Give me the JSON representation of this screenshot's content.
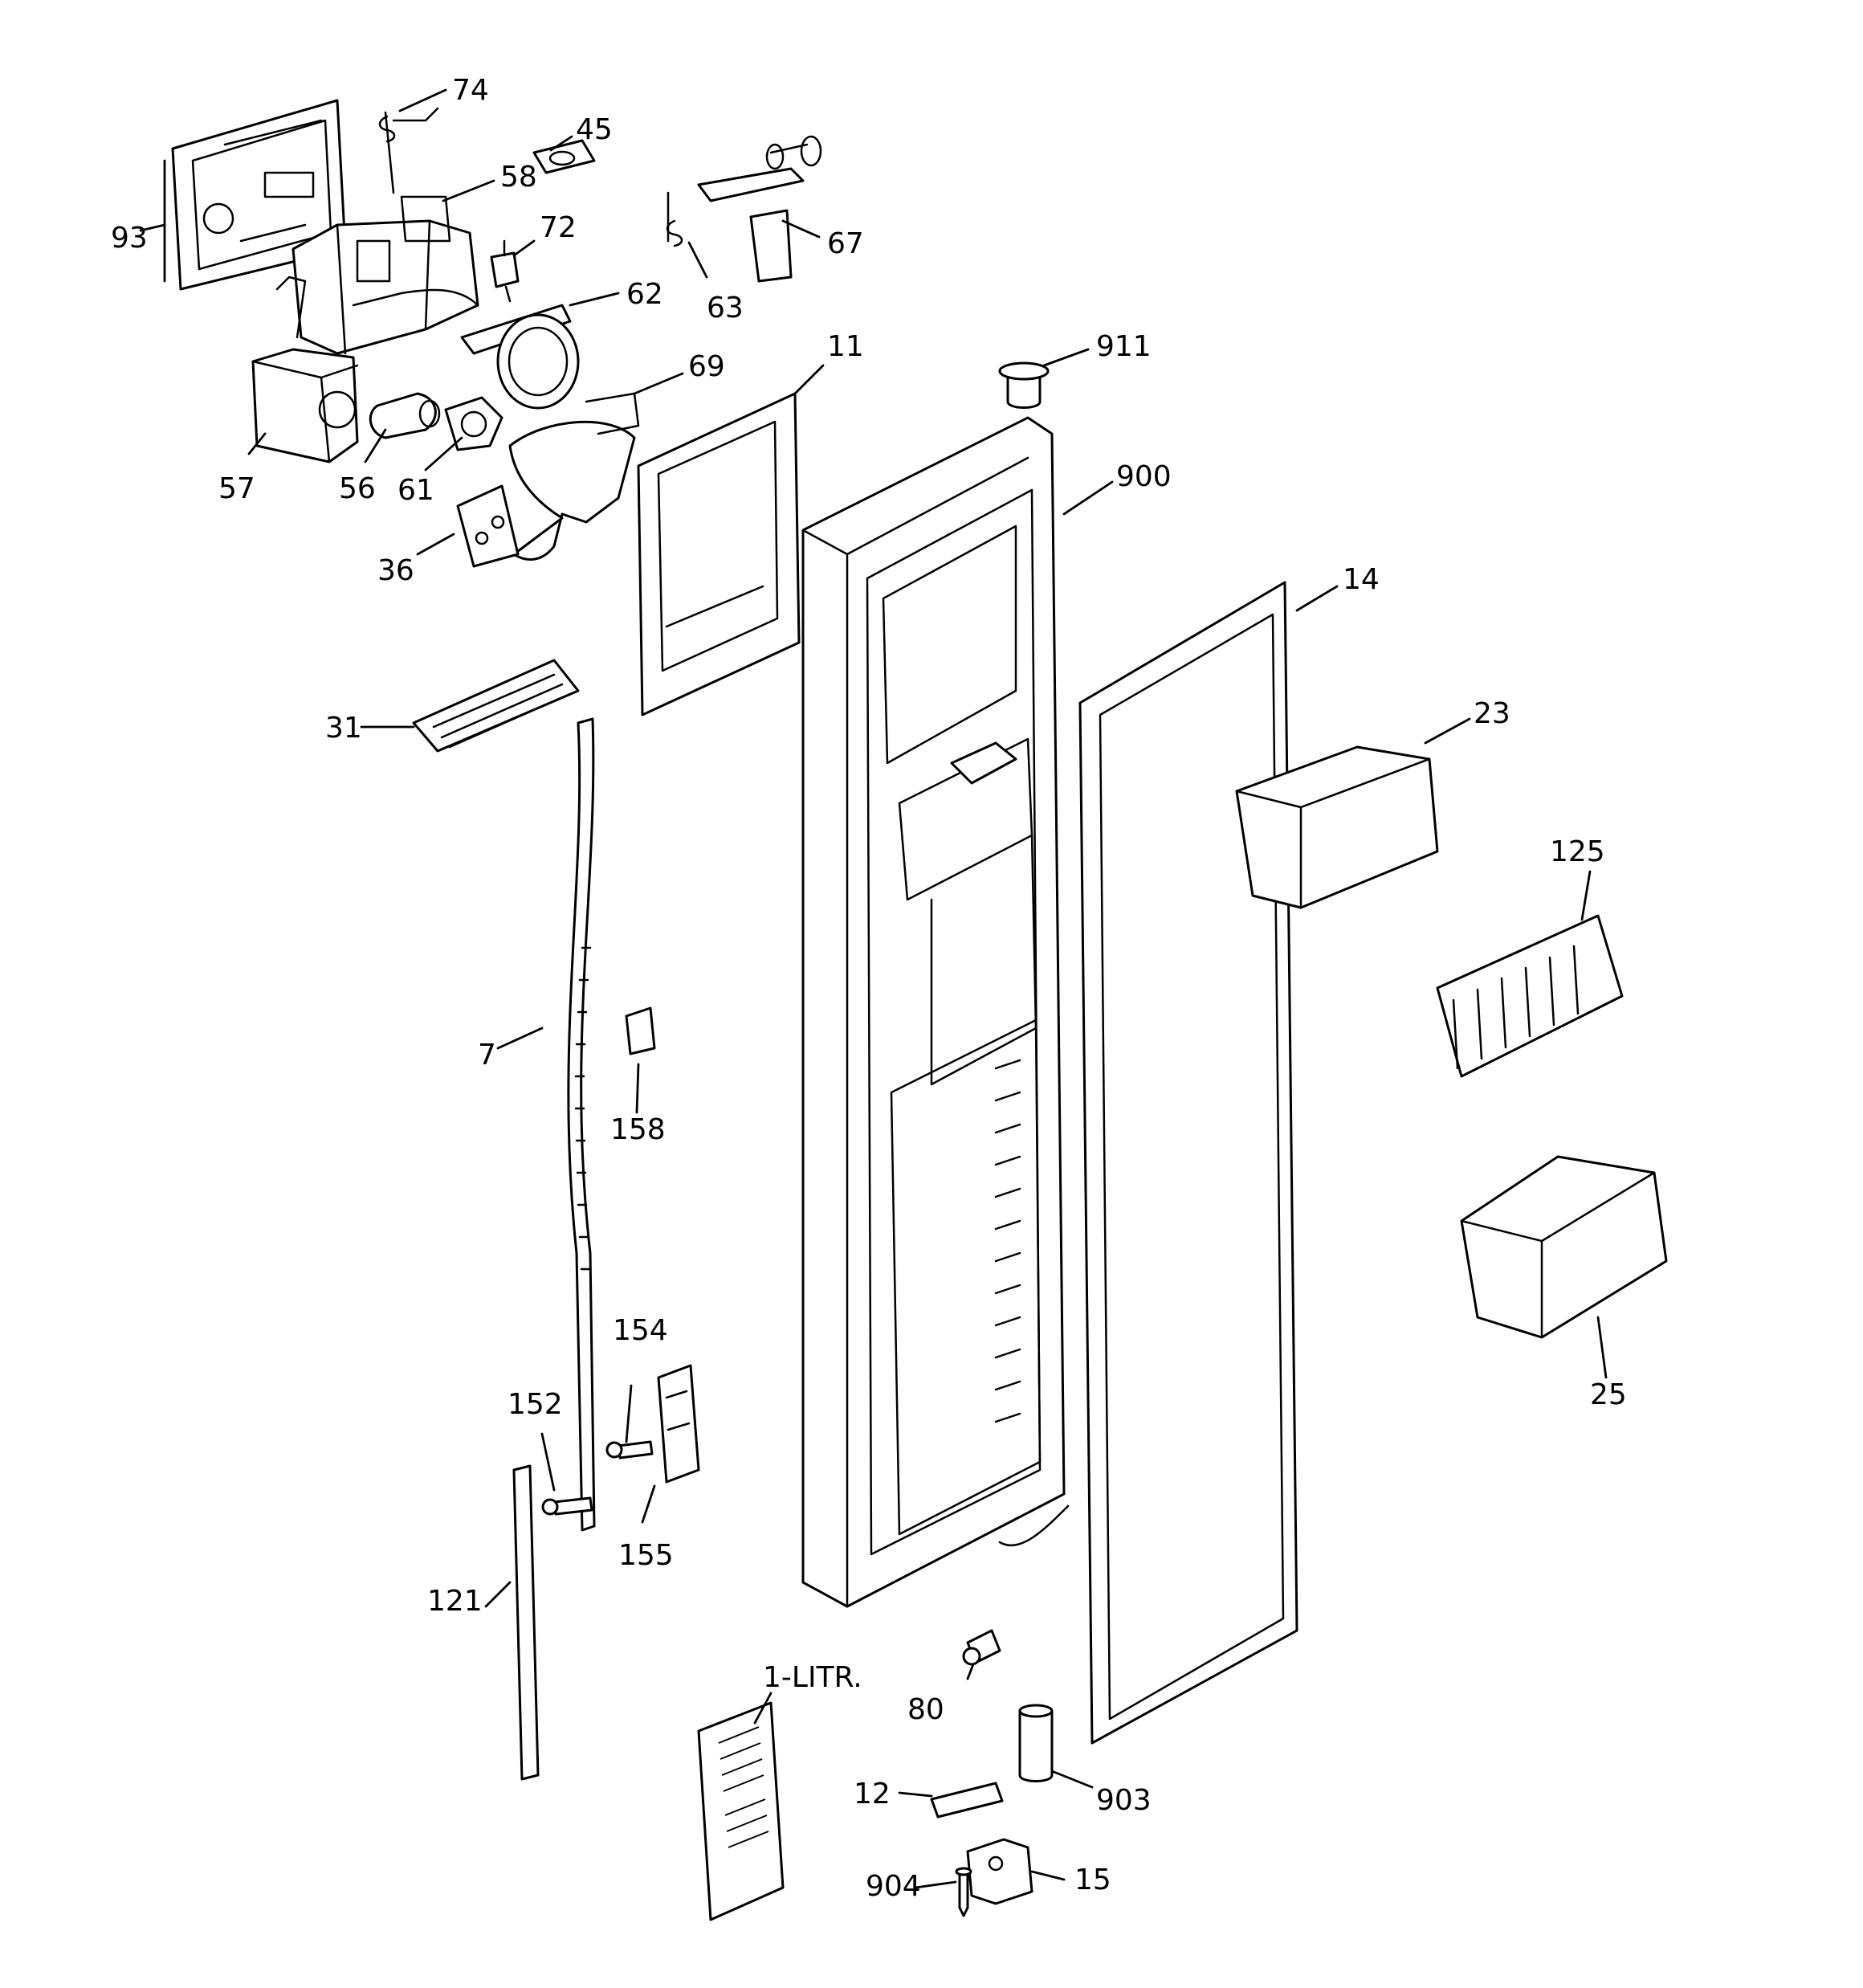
{
  "diagram": {
    "callouts": [
      "74",
      "45",
      "58",
      "93",
      "72",
      "67",
      "63",
      "62",
      "11",
      "911",
      "69",
      "57",
      "56",
      "61",
      "36",
      "900",
      "14",
      "23",
      "31",
      "125",
      "7",
      "158",
      "154",
      "152",
      "155",
      "25",
      "121",
      "1-LITR.",
      "80",
      "12",
      "903",
      "904",
      "15"
    ]
  }
}
